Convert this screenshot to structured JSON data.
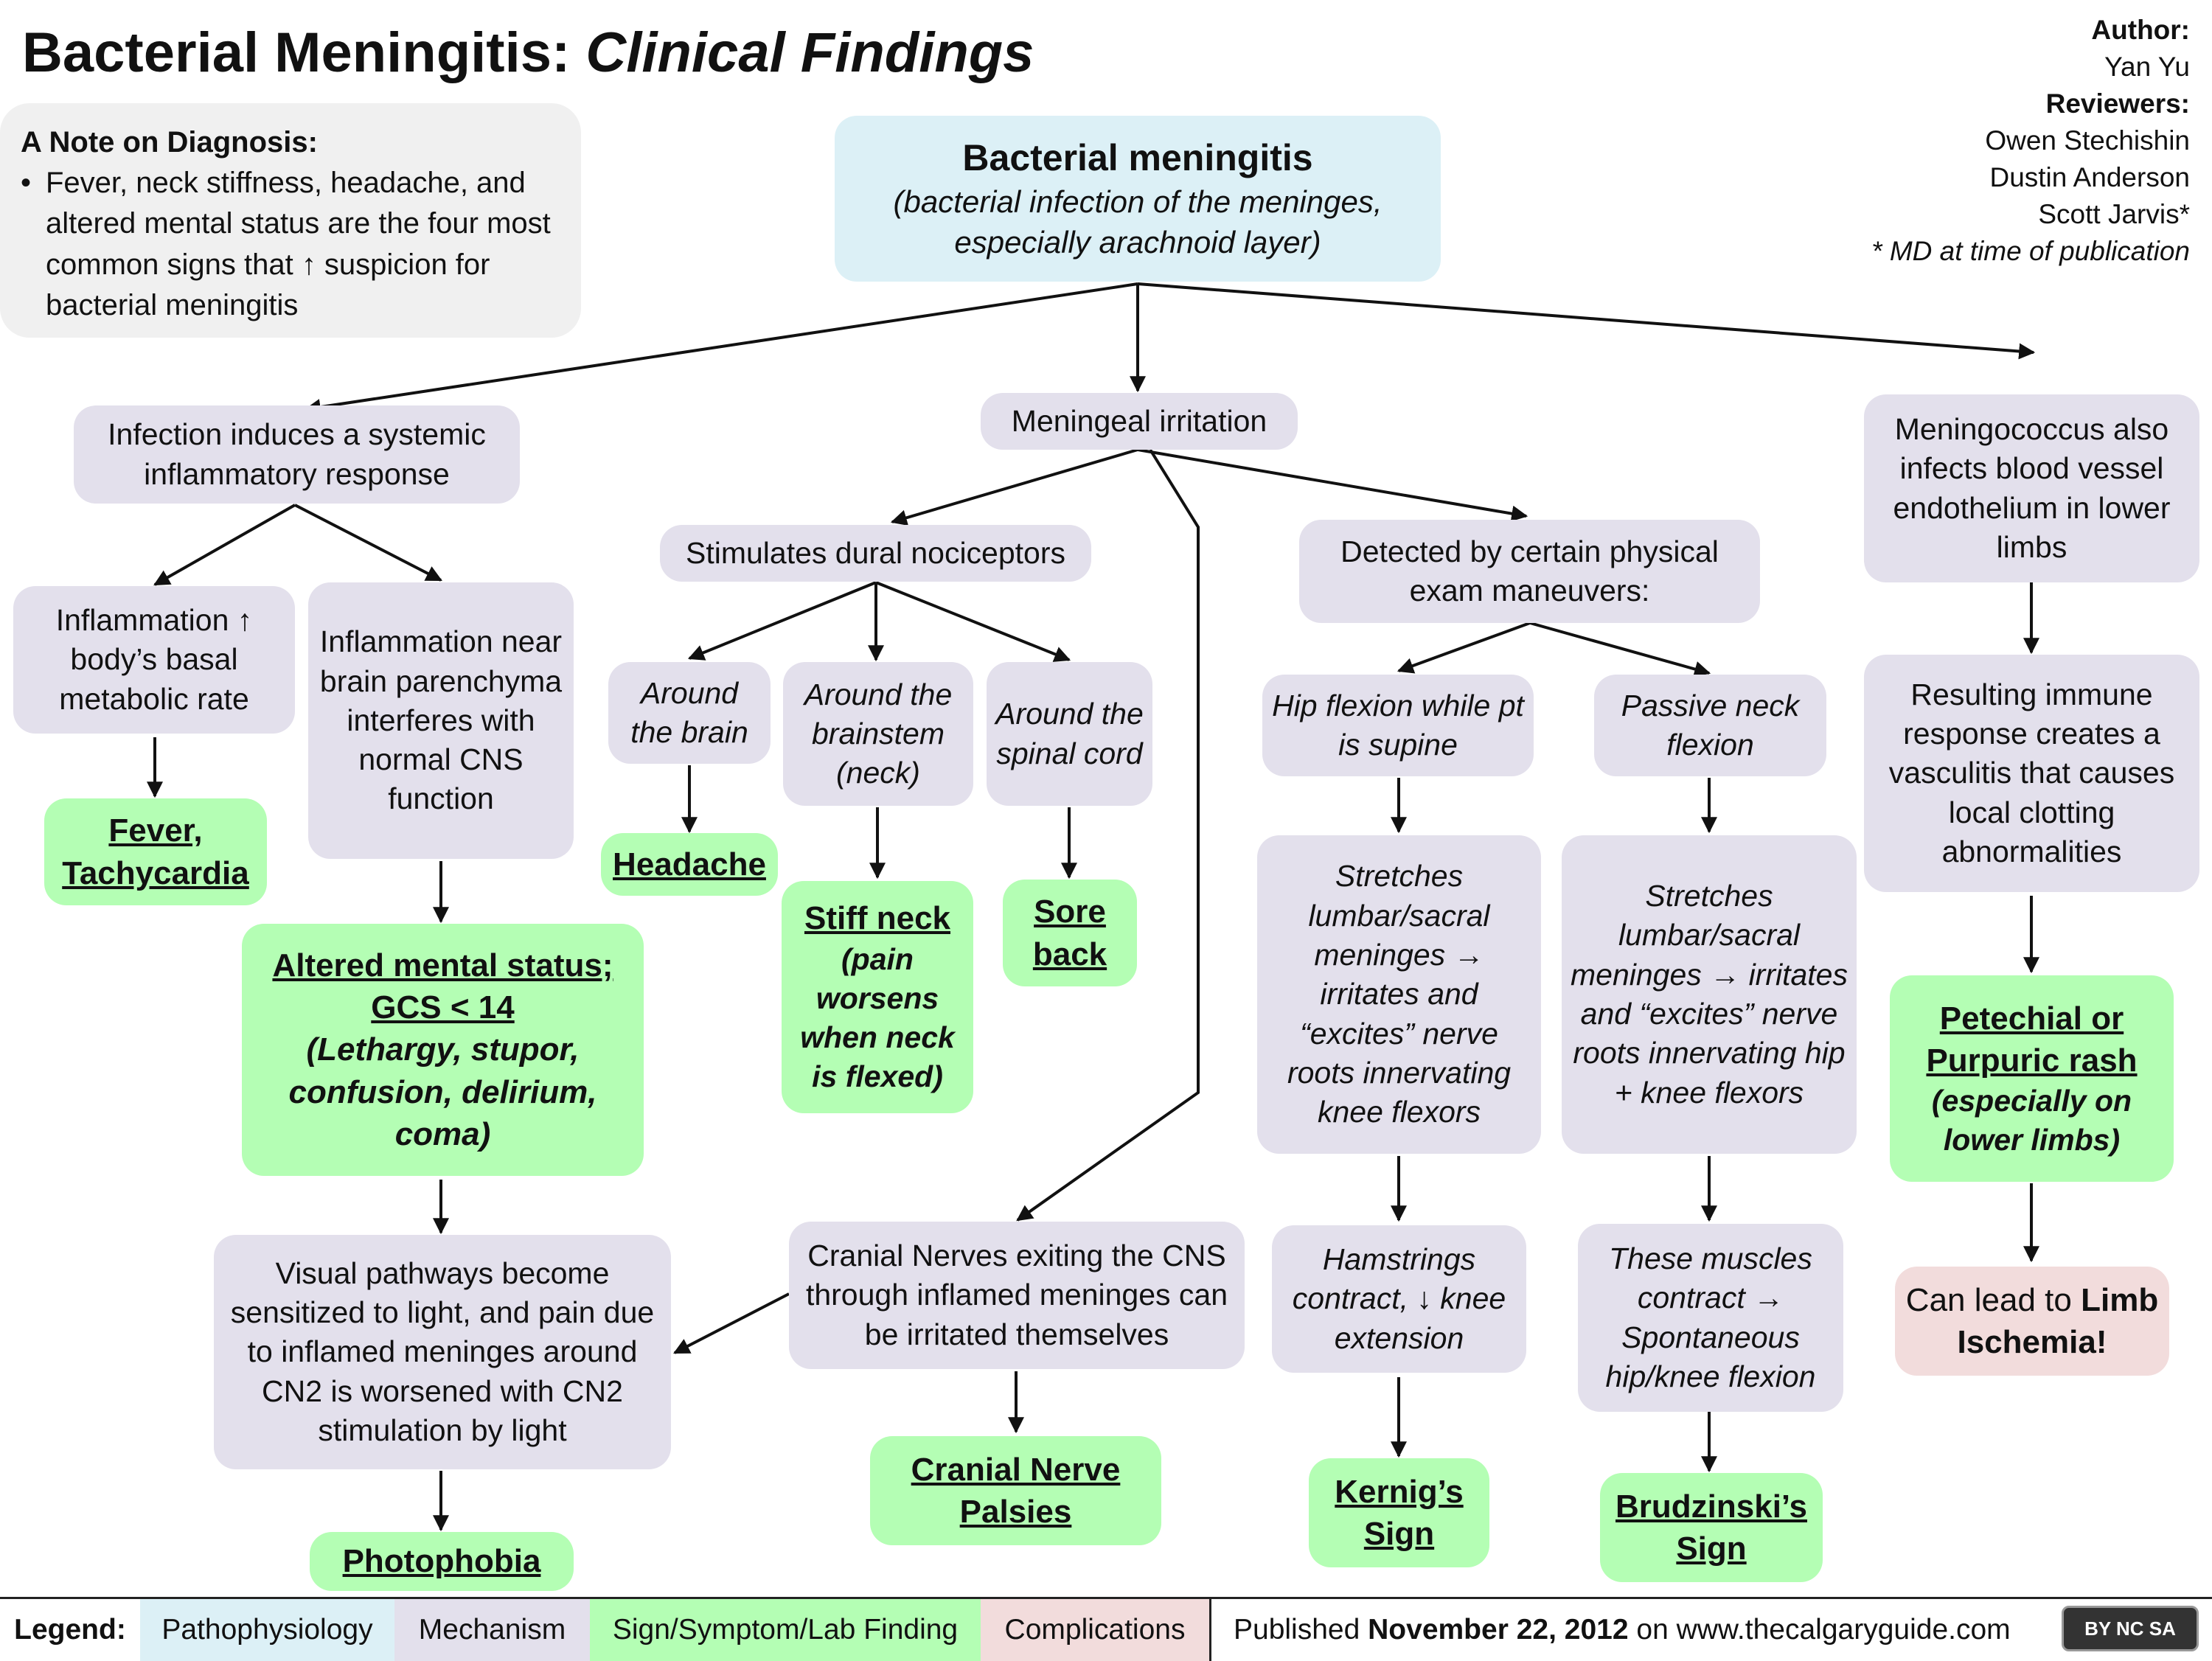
{
  "title": {
    "main": "Bacterial Meningitis:",
    "sub": "Clinical Findings"
  },
  "note": {
    "heading": "A Note on Diagnosis:",
    "bullet": "•",
    "text": "Fever, neck stiffness, headache, and altered mental status are the four most common signs that ↑ suspicion for bacterial meningitis"
  },
  "author": {
    "author_label": "Author:",
    "author_name": "Yan Yu",
    "reviewers_label": "Reviewers:",
    "reviewers": [
      "Owen Stechishin",
      "Dustin Anderson",
      "Scott Jarvis*"
    ],
    "footnote": "* MD at time of publication"
  },
  "nodes": {
    "root_title": "Bacterial meningitis",
    "root_sub": "(bacterial infection of the meninges, especially arachnoid layer)",
    "systemic": "Infection induces a systemic inflammatory response",
    "bmr": "Inflammation ↑ body’s basal metabolic rate",
    "fever": "Fever, Tachycardia",
    "parenchyma": "Inflammation near brain parenchyma interferes with normal CNS function",
    "ams_title": "Altered mental status; GCS < 14",
    "ams_sub": "(Lethargy, stupor, confusion, delirium, coma)",
    "visual": "Visual pathways become sensitized to light, and pain due to inflamed meninges around CN2 is worsened with CN2 stimulation by light",
    "photophobia": "Photophobia",
    "meningeal": "Meningeal irritation",
    "dural": "Stimulates dural nociceptors",
    "brain": "Around the brain",
    "brainstem": "Around the brainstem (neck)",
    "spinal": "Around the spinal cord",
    "headache": "Headache",
    "stiff_title": "Stiff neck",
    "stiff_sub": "(pain worsens when neck is flexed)",
    "sore": "Sore back",
    "cranial": "Cranial Nerves exiting the CNS through inflamed meninges can be irritated themselves",
    "cnpalsies": "Cranial Nerve Palsies",
    "exam": "Detected by certain physical exam maneuvers:",
    "hip": "Hip flexion while pt is supine",
    "passive": "Passive neck flexion",
    "stretch1": "Stretches lumbar/sacral meninges → irritates and “excites” nerve roots innervating knee flexors",
    "stretch2": "Stretches lumbar/sacral meninges → irritates and “excites” nerve roots innervating hip + knee flexors",
    "hamstrings": "Hamstrings contract, ↓ knee extension",
    "muscles": "These muscles contract → Spontaneous hip/knee flexion",
    "kernig": "Kernig’s Sign",
    "brudzinski": "Brudzinski’s Sign",
    "meningococcus": "Meningococcus also infects blood vessel endothelium in lower limbs",
    "immune": "Resulting immune response creates a vasculitis that causes local clotting abnormalities",
    "rash_title": "Petechial or Purpuric rash",
    "rash_sub": "(especially on lower limbs)",
    "ischemia_pre": "Can lead to",
    "ischemia_bold": "Limb Ischemia!"
  },
  "legend": {
    "title": "Legend:",
    "items": [
      "Pathophysiology",
      "Mechanism",
      "Sign/Symptom/Lab Finding",
      "Complications"
    ],
    "pub_pre": "Published",
    "pub_date": "November 22, 2012",
    "pub_post": "on www.thecalgaryguide.com",
    "license": "BY NC SA"
  },
  "colors": {
    "pathophysiology": "#dcf0f6",
    "mechanism": "#e3e0ec",
    "sign": "#b4feb4",
    "complication": "#f2dcdc"
  }
}
